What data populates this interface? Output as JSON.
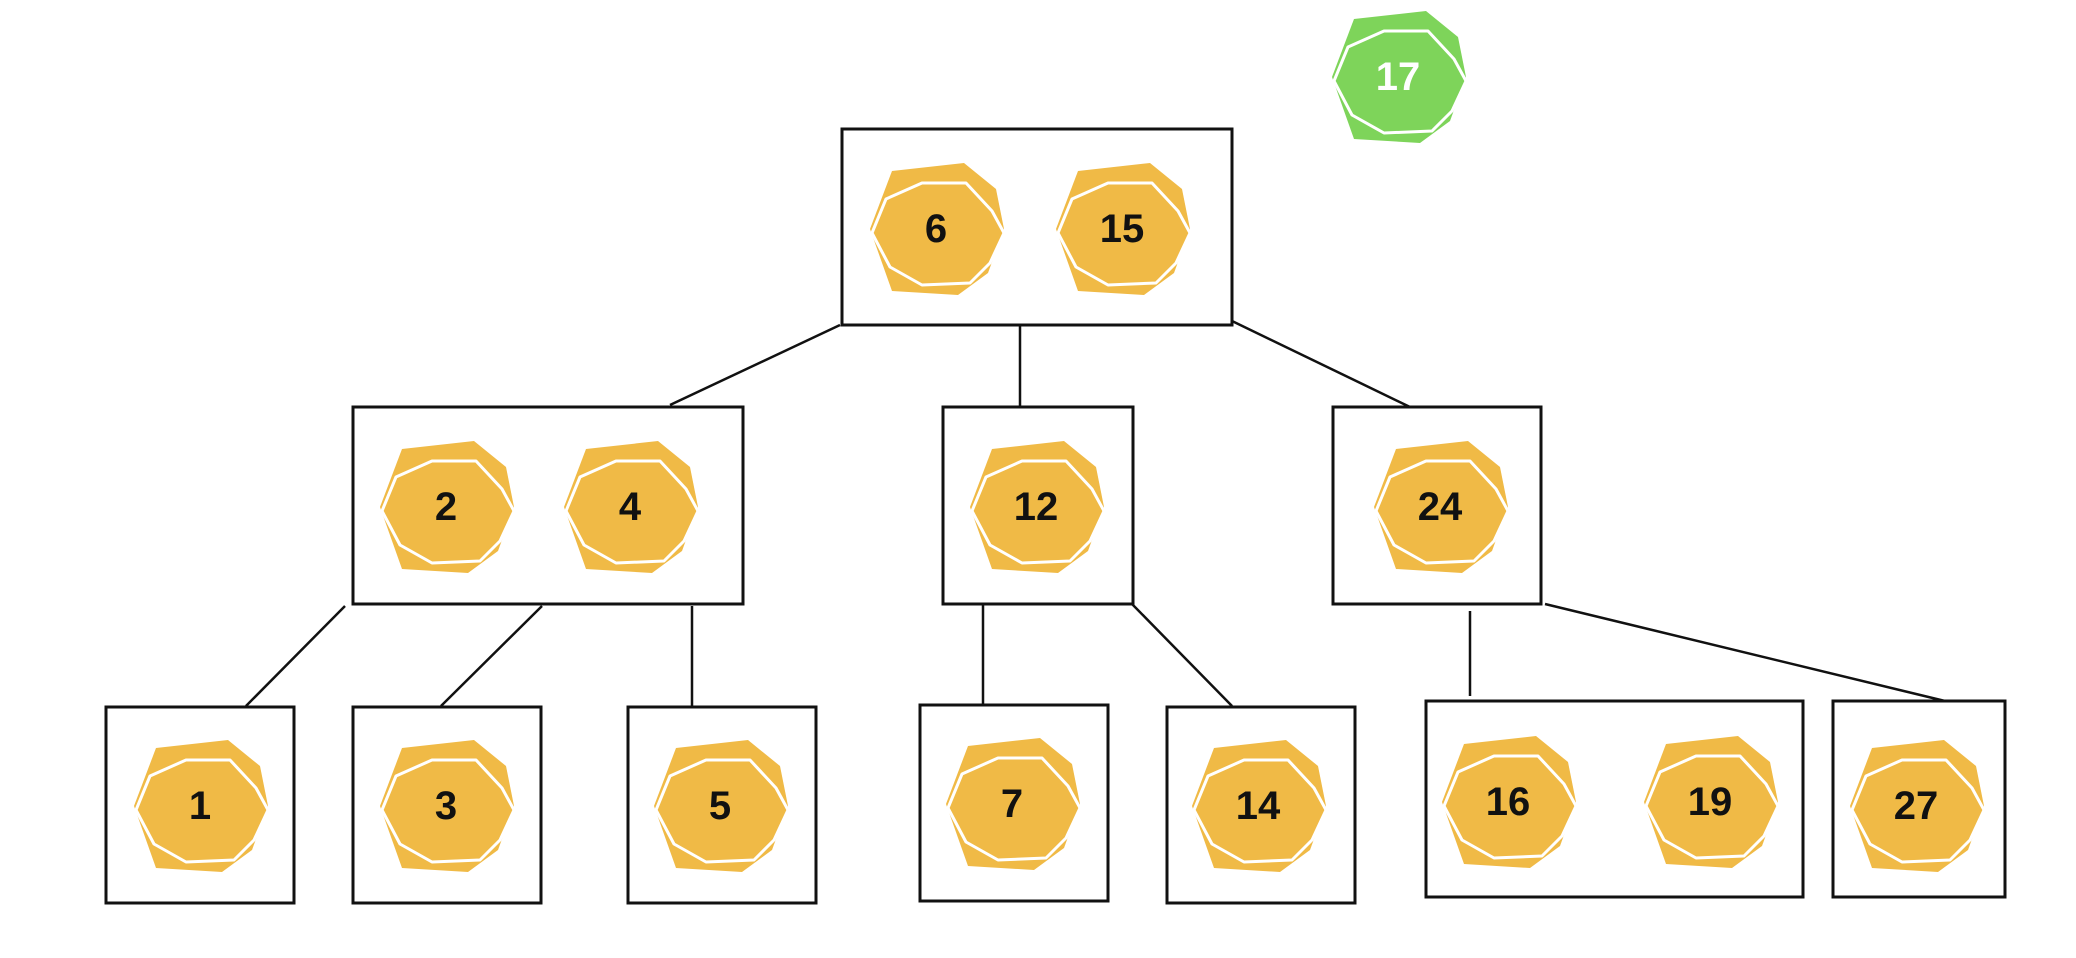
{
  "colors": {
    "key_die": "#F0BA46",
    "inserted_die": "#7ED45A",
    "key_label": "#111111",
    "inserted_label": "#ffffff",
    "border": "#111111"
  },
  "icon": "dodecahedron-die",
  "inserted_key": "17",
  "root": {
    "keys": [
      "6",
      "15"
    ]
  },
  "level1": [
    {
      "keys": [
        "2",
        "4"
      ]
    },
    {
      "keys": [
        "12"
      ]
    },
    {
      "keys": [
        "24"
      ]
    }
  ],
  "leaves": [
    {
      "keys": [
        "1"
      ]
    },
    {
      "keys": [
        "3"
      ]
    },
    {
      "keys": [
        "5"
      ]
    },
    {
      "keys": [
        "7"
      ]
    },
    {
      "keys": [
        "14"
      ]
    },
    {
      "keys": [
        "16",
        "19"
      ]
    },
    {
      "keys": [
        "27"
      ]
    }
  ]
}
